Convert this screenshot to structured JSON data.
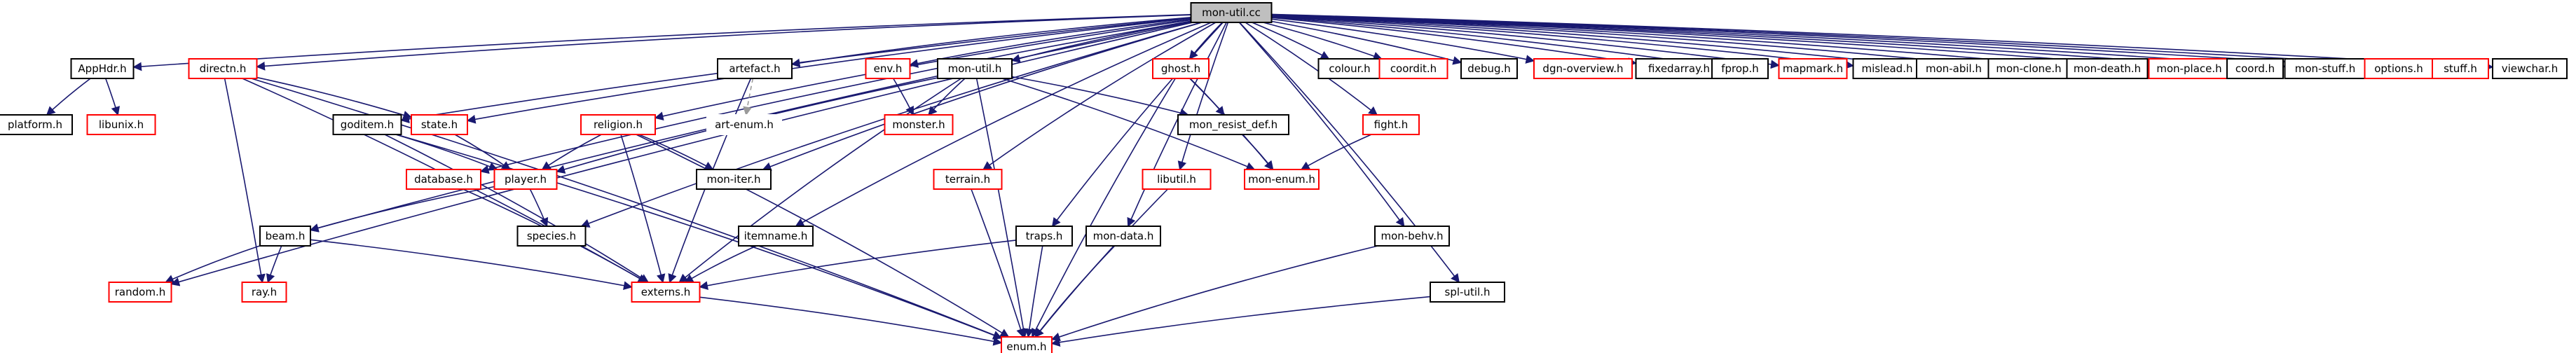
{
  "graph": {
    "colors": {
      "edge": "#191970",
      "edge_dashed": "#9a9a9a",
      "node_border_default": "#000000",
      "node_border_unresolved": "#ff0000",
      "root_fill": "#bfbfbf",
      "node_fill": "#ffffff"
    },
    "nodes": [
      {
        "id": "mon-util.cc",
        "label": "mon-util.cc",
        "style": "root"
      },
      {
        "id": "AppHdr.h",
        "label": "AppHdr.h",
        "style": "black"
      },
      {
        "id": "directn.h",
        "label": "directn.h",
        "style": "red"
      },
      {
        "id": "state.h",
        "label": "state.h",
        "style": "red"
      },
      {
        "id": "goditem.h",
        "label": "goditem.h",
        "style": "black"
      },
      {
        "id": "database.h",
        "label": "database.h",
        "style": "red"
      },
      {
        "id": "religion.h",
        "label": "religion.h",
        "style": "red"
      },
      {
        "id": "artefact.h",
        "label": "artefact.h",
        "style": "black"
      },
      {
        "id": "env.h",
        "label": "env.h",
        "style": "red"
      },
      {
        "id": "mon-util.h",
        "label": "mon-util.h",
        "style": "black"
      },
      {
        "id": "ghost.h",
        "label": "ghost.h",
        "style": "red"
      },
      {
        "id": "colour.h",
        "label": "colour.h",
        "style": "black"
      },
      {
        "id": "coordit.h",
        "label": "coordit.h",
        "style": "red"
      },
      {
        "id": "debug.h",
        "label": "debug.h",
        "style": "black"
      },
      {
        "id": "dgn-overview.h",
        "label": "dgn-overview.h",
        "style": "red"
      },
      {
        "id": "fixedarray.h",
        "label": "fixedarray.h",
        "style": "black"
      },
      {
        "id": "fprop.h",
        "label": "fprop.h",
        "style": "black"
      },
      {
        "id": "mapmark.h",
        "label": "mapmark.h",
        "style": "red"
      },
      {
        "id": "mislead.h",
        "label": "mislead.h",
        "style": "black"
      },
      {
        "id": "mon-abil.h",
        "label": "mon-abil.h",
        "style": "black"
      },
      {
        "id": "mon-clone.h",
        "label": "mon-clone.h",
        "style": "black"
      },
      {
        "id": "mon-death.h",
        "label": "mon-death.h",
        "style": "black"
      },
      {
        "id": "mon-place.h",
        "label": "mon-place.h",
        "style": "red"
      },
      {
        "id": "coord.h",
        "label": "coord.h",
        "style": "black"
      },
      {
        "id": "mon-stuff.h",
        "label": "mon-stuff.h",
        "style": "black"
      },
      {
        "id": "options.h",
        "label": "options.h",
        "style": "red"
      },
      {
        "id": "stuff.h",
        "label": "stuff.h",
        "style": "red"
      },
      {
        "id": "viewchar.h",
        "label": "viewchar.h",
        "style": "black"
      },
      {
        "id": "platform.h",
        "label": "platform.h",
        "style": "black"
      },
      {
        "id": "libunix.h",
        "label": "libunix.h",
        "style": "red"
      },
      {
        "id": "art-enum.h",
        "label": "art-enum.h",
        "style": "gray"
      },
      {
        "id": "monster.h",
        "label": "monster.h",
        "style": "red"
      },
      {
        "id": "mon_resist_def.h",
        "label": "mon_resist_def.h",
        "style": "black"
      },
      {
        "id": "fight.h",
        "label": "fight.h",
        "style": "red"
      },
      {
        "id": "player.h",
        "label": "player.h",
        "style": "red"
      },
      {
        "id": "mon-iter.h",
        "label": "mon-iter.h",
        "style": "black"
      },
      {
        "id": "mon-enum.h",
        "label": "mon-enum.h",
        "style": "red"
      },
      {
        "id": "libutil.h",
        "label": "libutil.h",
        "style": "red"
      },
      {
        "id": "terrain.h",
        "label": "terrain.h",
        "style": "red"
      },
      {
        "id": "beam.h",
        "label": "beam.h",
        "style": "black"
      },
      {
        "id": "species.h",
        "label": "species.h",
        "style": "black"
      },
      {
        "id": "itemname.h",
        "label": "itemname.h",
        "style": "black"
      },
      {
        "id": "traps.h",
        "label": "traps.h",
        "style": "black"
      },
      {
        "id": "mon-data.h",
        "label": "mon-data.h",
        "style": "black"
      },
      {
        "id": "mon-behv.h",
        "label": "mon-behv.h",
        "style": "black"
      },
      {
        "id": "random.h",
        "label": "random.h",
        "style": "red"
      },
      {
        "id": "ray.h",
        "label": "ray.h",
        "style": "red"
      },
      {
        "id": "externs.h",
        "label": "externs.h",
        "style": "red"
      },
      {
        "id": "spl-util.h",
        "label": "spl-util.h",
        "style": "black"
      },
      {
        "id": "enum.h",
        "label": "enum.h",
        "style": "red"
      }
    ],
    "edges": [
      [
        "mon-util.cc",
        "AppHdr.h"
      ],
      [
        "mon-util.cc",
        "directn.h"
      ],
      [
        "mon-util.cc",
        "state.h"
      ],
      [
        "mon-util.cc",
        "goditem.h"
      ],
      [
        "mon-util.cc",
        "database.h"
      ],
      [
        "mon-util.cc",
        "religion.h"
      ],
      [
        "mon-util.cc",
        "artefact.h"
      ],
      [
        "mon-util.cc",
        "env.h"
      ],
      [
        "mon-util.cc",
        "mon-util.h"
      ],
      [
        "mon-util.cc",
        "ghost.h"
      ],
      [
        "mon-util.cc",
        "colour.h"
      ],
      [
        "mon-util.cc",
        "coordit.h"
      ],
      [
        "mon-util.cc",
        "debug.h"
      ],
      [
        "mon-util.cc",
        "dgn-overview.h"
      ],
      [
        "mon-util.cc",
        "fixedarray.h"
      ],
      [
        "mon-util.cc",
        "fprop.h"
      ],
      [
        "mon-util.cc",
        "mapmark.h"
      ],
      [
        "mon-util.cc",
        "mislead.h"
      ],
      [
        "mon-util.cc",
        "mon-abil.h"
      ],
      [
        "mon-util.cc",
        "mon-clone.h"
      ],
      [
        "mon-util.cc",
        "mon-death.h"
      ],
      [
        "mon-util.cc",
        "mon-place.h"
      ],
      [
        "mon-util.cc",
        "coord.h"
      ],
      [
        "mon-util.cc",
        "mon-stuff.h"
      ],
      [
        "mon-util.cc",
        "options.h"
      ],
      [
        "mon-util.cc",
        "stuff.h"
      ],
      [
        "mon-util.cc",
        "viewchar.h"
      ],
      [
        "mon-util.cc",
        "random.h"
      ],
      [
        "mon-util.cc",
        "beam.h"
      ],
      [
        "mon-util.cc",
        "species.h"
      ],
      [
        "mon-util.cc",
        "mon-iter.h"
      ],
      [
        "mon-util.cc",
        "terrain.h"
      ],
      [
        "mon-util.cc",
        "itemname.h"
      ],
      [
        "mon-util.cc",
        "traps.h"
      ],
      [
        "mon-util.cc",
        "mon-data.h"
      ],
      [
        "mon-util.cc",
        "libutil.h"
      ],
      [
        "mon-util.cc",
        "mon-behv.h"
      ],
      [
        "mon-util.cc",
        "spl-util.h"
      ],
      [
        "mon-util.cc",
        "fight.h"
      ],
      [
        "AppHdr.h",
        "platform.h"
      ],
      [
        "AppHdr.h",
        "libunix.h"
      ],
      [
        "directn.h",
        "state.h"
      ],
      [
        "directn.h",
        "ray.h"
      ],
      [
        "directn.h",
        "externs.h"
      ],
      [
        "directn.h",
        "enum.h"
      ],
      [
        "state.h",
        "player.h"
      ],
      [
        "goditem.h",
        "player.h"
      ],
      [
        "goditem.h",
        "externs.h"
      ],
      [
        "goditem.h",
        "enum.h"
      ],
      [
        "database.h",
        "externs.h"
      ],
      [
        "religion.h",
        "player.h"
      ],
      [
        "religion.h",
        "mon-iter.h"
      ],
      [
        "religion.h",
        "externs.h"
      ],
      [
        "religion.h",
        "enum.h"
      ],
      [
        "artefact.h",
        "art-enum.h",
        "dashed"
      ],
      [
        "artefact.h",
        "externs.h"
      ],
      [
        "env.h",
        "monster.h"
      ],
      [
        "mon-util.h",
        "monster.h"
      ],
      [
        "mon-util.h",
        "mon_resist_def.h"
      ],
      [
        "mon-util.h",
        "mon-enum.h"
      ],
      [
        "mon-util.h",
        "externs.h"
      ],
      [
        "mon-util.h",
        "enum.h"
      ],
      [
        "mon-util.h",
        "player.h"
      ],
      [
        "ghost.h",
        "mon_resist_def.h"
      ],
      [
        "ghost.h",
        "mon-enum.h"
      ],
      [
        "ghost.h",
        "enum.h"
      ],
      [
        "mon_resist_def.h",
        "mon-enum.h"
      ],
      [
        "fight.h",
        "mon-enum.h"
      ],
      [
        "player.h",
        "beam.h"
      ],
      [
        "player.h",
        "species.h"
      ],
      [
        "beam.h",
        "random.h"
      ],
      [
        "beam.h",
        "ray.h"
      ],
      [
        "beam.h",
        "externs.h"
      ],
      [
        "libutil.h",
        "enum.h"
      ],
      [
        "terrain.h",
        "enum.h"
      ],
      [
        "itemname.h",
        "externs.h"
      ],
      [
        "traps.h",
        "externs.h"
      ],
      [
        "traps.h",
        "enum.h"
      ],
      [
        "mon-data.h",
        "enum.h"
      ],
      [
        "mon-behv.h",
        "enum.h"
      ],
      [
        "externs.h",
        "enum.h"
      ],
      [
        "spl-util.h",
        "enum.h"
      ]
    ]
  }
}
